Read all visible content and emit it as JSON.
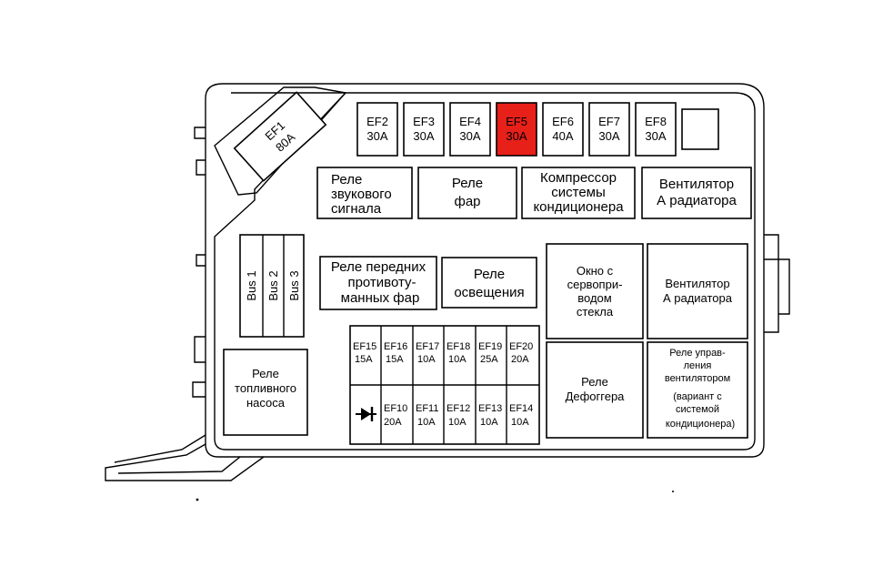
{
  "colors": {
    "highlight": "#e8201a",
    "line": "#000000",
    "background": "#ffffff"
  },
  "fuses_top": [
    {
      "id": "EF1",
      "rating": "80A"
    },
    {
      "id": "EF2",
      "rating": "30A"
    },
    {
      "id": "EF3",
      "rating": "30A"
    },
    {
      "id": "EF4",
      "rating": "30A"
    },
    {
      "id": "EF5",
      "rating": "30A",
      "highlighted": true
    },
    {
      "id": "EF6",
      "rating": "40A"
    },
    {
      "id": "EF7",
      "rating": "30A"
    },
    {
      "id": "EF8",
      "rating": "30A"
    }
  ],
  "relays_top": [
    {
      "lines": [
        "Реле",
        "звукового",
        "сигнала"
      ]
    },
    {
      "lines": [
        "Реле",
        "фар"
      ]
    },
    {
      "lines": [
        "Компрессор",
        "системы",
        "кондиционера"
      ]
    },
    {
      "lines": [
        "Вентилятор",
        "А  радиатора"
      ]
    }
  ],
  "bus": [
    "Bus 1",
    "Bus 2",
    "Bus 3"
  ],
  "relays_mid": [
    {
      "lines": [
        "Реле передних",
        "противоту-",
        "манных фар"
      ]
    },
    {
      "lines": [
        "Реле",
        "освещения"
      ]
    }
  ],
  "right_blocks": [
    {
      "lines": [
        "Окно с",
        "сервопри-",
        "водом",
        "стекла"
      ]
    },
    {
      "lines": [
        "Вентилятор",
        "А радиатора"
      ]
    },
    {
      "lines": [
        "Реле",
        "Дефоггера"
      ]
    },
    {
      "lines": [
        "Реле управ-",
        "ления",
        "вентилятором",
        "(вариант с",
        "системой",
        "кондиционера)"
      ]
    }
  ],
  "fuel_relay": {
    "lines": [
      "Реле",
      "топливного",
      "насоса"
    ]
  },
  "fuses_grid_row1": [
    {
      "id": "EF15",
      "rating": "15A"
    },
    {
      "id": "EF16",
      "rating": "15A"
    },
    {
      "id": "EF17",
      "rating": "10A"
    },
    {
      "id": "EF18",
      "rating": "10A"
    },
    {
      "id": "EF19",
      "rating": "25A"
    },
    {
      "id": "EF20",
      "rating": "20A"
    }
  ],
  "fuses_grid_row2": [
    {
      "id": "",
      "rating": "",
      "diode": true
    },
    {
      "id": "EF10",
      "rating": "20A"
    },
    {
      "id": "EF11",
      "rating": "10A"
    },
    {
      "id": "EF12",
      "rating": "10A"
    },
    {
      "id": "EF13",
      "rating": "10A"
    },
    {
      "id": "EF14",
      "rating": "10A"
    }
  ]
}
